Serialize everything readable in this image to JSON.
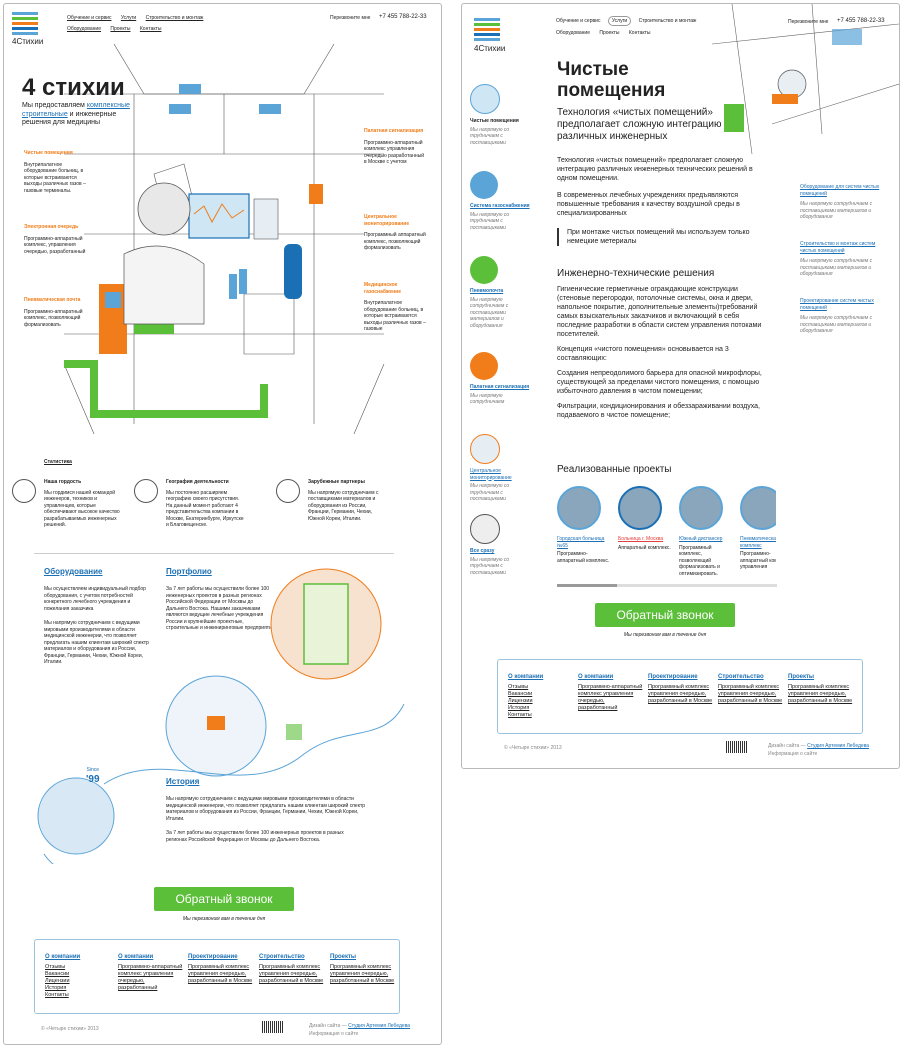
{
  "colors": {
    "accent": "#1a6fb5",
    "orange": "#f07d1a",
    "green": "#5cbf3a"
  },
  "logo": {
    "text": "4Стихии"
  },
  "nav": {
    "items": [
      "Обучение и сервис",
      "Услуги",
      "Строительство и монтаж",
      "Оборудование",
      "Проекты",
      "Контакты"
    ],
    "callback": "Перезвоните мне",
    "phone": "+7 455 788-22-33"
  },
  "home": {
    "title": "4 стихии",
    "lead_pre": "Мы предоставляем",
    "lead_link1": "комплексные",
    "lead_link2": "строительные",
    "lead_post": "и инженерные решения для медицины",
    "left_items": [
      {
        "title": "Чистые помещения",
        "text": "Внутрипалатное оборудование больниц, в которые встраиваются выходы различных газов – газовые терминалы."
      },
      {
        "title": "Электронная очередь",
        "text": "Программно-аппаратный комплекс, управления очередью, разработанный"
      },
      {
        "title": "Пневматическая почта",
        "text": "Программно-аппаратный комплекс, позволяющий формализовать"
      }
    ],
    "right_items": [
      {
        "title": "Палатная сигнализация",
        "text": "Программно-аппаратный комплекс управления очередью разработанный в Москве с учетом"
      },
      {
        "title": "Центральное мониторирование",
        "text": "Программный аппаратный комплекс, позволяющий формализовать"
      },
      {
        "title": "Медицинское газоснабжение",
        "text": "Внутрипалатное оборудование больниц, в которые встраиваются выходы различных газов – газовые"
      }
    ],
    "stats_label": "Статистика",
    "stats": [
      {
        "title": "Наша гордость",
        "text": "Мы гордимся нашей командой инженеров, техников и управленцев, которые обеспечивают высокое качество разрабатываемых инженерных решений."
      },
      {
        "title": "География деятельности",
        "text": "Мы постоянно расширяем географию своего присутствия. На данный момент работают 4 представительства компании в Москве, Екатеринбурге, Иркутске и Благовещенске."
      },
      {
        "title": "Зарубежные партнеры",
        "text": "Мы напрямую сотрудничаем с поставщиками материалов и оборудования из России, Франции, Германии, Чехии, Южной Кореи, Италии."
      }
    ],
    "equipment": {
      "title": "Оборудование",
      "p1": "Мы осуществляем индивидуальный подбор оборудования, с учетом потребностей конкретного лечебного учреждения и пожелания заказчика",
      "p2": "Мы напрямую сотрудничаем с ведущими мировыми производителями в области медицинской инженерии, что позволяет предлагать нашим клиентам широкий спектр материалов и оборудования из России, Франции, Германии, Чехии, Южной Кореи, Италии."
    },
    "portfolio": {
      "title": "Портфолио",
      "text": "За 7 лет работы мы осуществили более 100 инженерных проектов в разных регионах Российской Федерации от Москвы до Дальнего Востока. Нашими заказчиками являются ведущие лечебные учреждения России и крупнейшие проектные, строительные и инжиниринговые предприятия"
    },
    "since": {
      "label": "Since",
      "year": "'99"
    },
    "history": {
      "title": "История",
      "p1": "Мы напрямую сотрудничаем с ведущими мировыми производителями в области медицинской инженерии, что позволяет предлагать нашим клиентам широкий спектр материалов и оборудования из России, Франции, Германии, Чехии, Южной Кореи, Италии.",
      "p2": "За 7 лет работы мы осуществили более 100 инженерных проектов в разных регионах Российской Федерации от Москвы до Дальнего Востока."
    },
    "callback_button": "Обратный звонок",
    "callback_note": "Мы перезвоним вам в течение дня"
  },
  "footer": {
    "cols": [
      {
        "title": "О компании",
        "items": [
          "Отзывы",
          "Вакансии",
          "Лицензии",
          "История",
          "Контакты"
        ]
      },
      {
        "title": "О компании",
        "items": [
          "Программно-аппаратный комплекс управления очередью, разработанный"
        ]
      },
      {
        "title": "Проектирование",
        "items": [
          "Программный комплекс управления очередью, разработанный в Москве"
        ]
      },
      {
        "title": "Строительство",
        "items": [
          "Программный комплекс управления очередью, разработанный в Москве"
        ]
      },
      {
        "title": "Проекты",
        "items": [
          "Программный комплекс управления очередью, разработанный в Москве"
        ]
      }
    ],
    "copyright": "© «Четыре стихии» 2013",
    "design_pre": "Дизайн сайта —",
    "design_link": "Студия Артемия Лебедева",
    "info": "Информация о сайте"
  },
  "clean": {
    "title": "Чистые помещения",
    "subtitle": "Технология «чистых помещений» предполагает сложную интеграцию различных инженерных",
    "p1": "Технология «чистых помещений» предполагает сложную интеграцию различных инженерных технических решений в одном помещении.",
    "p2": "В современных лечебных учреждениях предъявляются повышенные требования к качеству воздушной среды в специализированных",
    "quote": "При монтаже чистых помещений мы используем только немецкие метериалы",
    "h2": "Инженерно-технические решения",
    "p3": "Гигиенические герметичные ограждающие конструкции (стеновые перегородки, потолочные системы, окна и двери, напольное покрытие, дополнительные элементы)требований самых взыскательных заказчиков и включающий в себя последние разработки в области систем управления потоками посетителей.",
    "p4": "Концепция «чистого помещения» основывается на 3 составляющих:",
    "p5": "Создания непреодолимого барьера для опасной микрофлоры, существующей за пределами чистого помещения, с помощью избыточного давления в чистом помещении;",
    "p6": "Фильтрации, кондиционирования и обеззараживании воздуха, подаваемого в чистое помещение;",
    "projects_title": "Реализованные проекты",
    "projects": [
      {
        "title": "Городская больница №65",
        "text": "Программно-аппаратный комплекс."
      },
      {
        "title": "Больница г. Москва",
        "text": "Аппаратный комплекс."
      },
      {
        "title": "Южный диспансер",
        "text": "Программный комплекс, позволяющий формализовать и оптимизировать."
      },
      {
        "title": "Пневматическая комплекс",
        "text": "Программно-аппаратный комплекс управления"
      }
    ],
    "sidebar": [
      {
        "title": "Чистые помещения",
        "text": "Мы напрямую со трудничаем с поставщиками"
      },
      {
        "title": "Система газоснабжения",
        "text": "Мы напрямую со трудничаем с поставщиками"
      },
      {
        "title": "Пневмопочта",
        "text": "Мы напрямую сотрудничаем с поставщиками материалов и оборудования"
      },
      {
        "title": "Палатная сигнализация",
        "text": "Мы напрямую сотрудничаем"
      },
      {
        "title": "Центральное мониторирование",
        "text": "Мы напрямую со трудничаем с поставщиками"
      },
      {
        "title": "Все сразу",
        "text": "Мы напрямую со трудничаем с поставщиками"
      }
    ],
    "right_links": [
      {
        "title": "Оборудование для систем чистых помещений",
        "text": "Мы напрямую сотрудничаем с поставщиками материалов и оборудования"
      },
      {
        "title": "Строительство и монтаж систем чистых помещений",
        "text": "Мы напрямую сотрудничаем с поставщиками материалов и оборудования"
      },
      {
        "title": "Проектирование систем чистых помещений",
        "text": "Мы напрямую сотрудничаем с поставщиками материалов и оборудования"
      }
    ]
  }
}
